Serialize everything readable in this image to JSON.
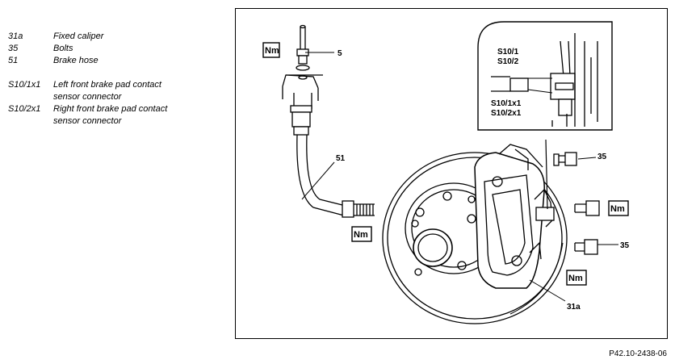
{
  "legend": {
    "items": [
      {
        "code": "31a",
        "text": "Fixed caliper"
      },
      {
        "code": "35",
        "text": "Bolts"
      },
      {
        "code": "51",
        "text": "Brake hose"
      },
      {
        "code": "S10/1x1",
        "text": "Left front brake pad contact",
        "text2": "sensor connector"
      },
      {
        "code": "S10/2x1",
        "text": "Right front brake pad contact",
        "text2": "sensor connector"
      }
    ]
  },
  "figure": {
    "code": "P42.10-2438-06",
    "callouts": {
      "c5": "5",
      "c51": "51",
      "c35a": "35",
      "c35b": "35",
      "c31a": "31a",
      "s101": "S10/1",
      "s102": "S10/2",
      "s101x1": "S10/1x1",
      "s102x1": "S10/2x1"
    },
    "torque_label": "Nm"
  },
  "colors": {
    "line": "#000000",
    "background": "#ffffff"
  }
}
